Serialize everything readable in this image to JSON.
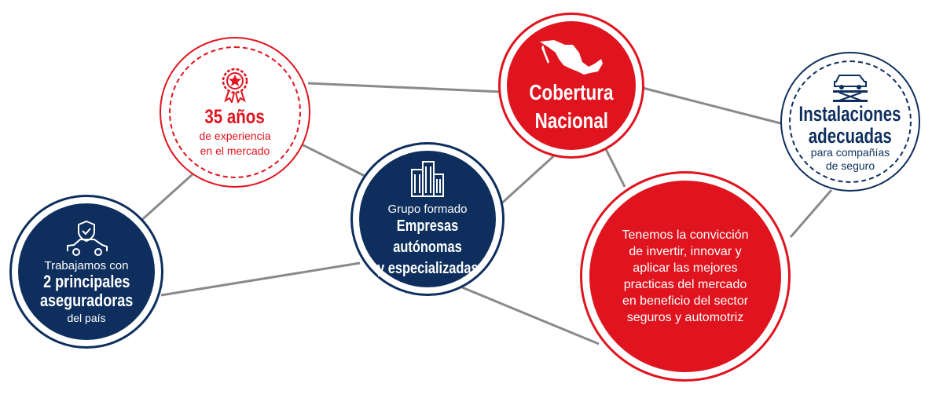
{
  "colors": {
    "navy": "#0e2f5e",
    "red": "#e0141e",
    "link": "#8a8a8a"
  },
  "nodes": {
    "trabajamos": {
      "icon": "shield-car-icon",
      "line1": "Trabajamos con",
      "bold1": "2 principales",
      "bold2": "aseguradoras",
      "line2": "del país"
    },
    "anios": {
      "icon": "award-star-icon",
      "bold": "35 años",
      "line1": "de experiencia",
      "line2": "en el mercado"
    },
    "grupo": {
      "icon": "buildings-icon",
      "line1": "Grupo formado",
      "bold1": "Empresas autónomas",
      "bold2": "y especializadas"
    },
    "cobertura": {
      "icon": "mexico-map-icon",
      "bold1": "Cobertura",
      "bold2": "Nacional"
    },
    "instalaciones": {
      "icon": "car-lift-icon",
      "bold1": "Instalaciones",
      "bold2": "adecuadas",
      "line1": "para compañías",
      "line2": "de seguro"
    },
    "tenemos": {
      "lines": [
        "Tenemos la convicción",
        "de invertir, innovar y",
        "aplicar las mejores",
        "practicas del mercado",
        "en beneficio del sector",
        "seguros y automotriz"
      ]
    }
  }
}
